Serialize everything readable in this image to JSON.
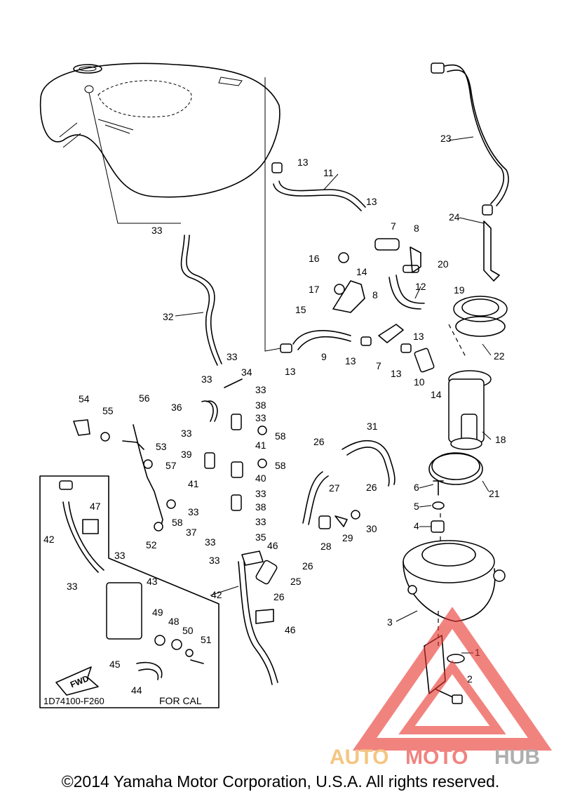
{
  "diagram": {
    "code": "1D74100-F260",
    "variant_label": "FOR CAL",
    "fwd_label": "FWD",
    "callouts": [
      "1",
      "2",
      "3",
      "4",
      "5",
      "6",
      "7",
      "8",
      "9",
      "10",
      "11",
      "12",
      "13",
      "14",
      "15",
      "16",
      "17",
      "18",
      "19",
      "20",
      "21",
      "22",
      "23",
      "24",
      "25",
      "26",
      "27",
      "28",
      "29",
      "30",
      "31",
      "32",
      "33",
      "34",
      "35",
      "36",
      "37",
      "38",
      "39",
      "40",
      "41",
      "42",
      "43",
      "44",
      "45",
      "46",
      "47",
      "48",
      "49",
      "50",
      "51",
      "52",
      "53",
      "54",
      "55",
      "56",
      "57",
      "58"
    ]
  },
  "watermark": {
    "text_auto": "AUTO",
    "text_moto": "MOTO",
    "text_hub": "HUB",
    "color_primary": "#e8322b",
    "color_secondary": "#f0a030",
    "color_tertiary": "#7a7a7a"
  },
  "footer": {
    "copyright": "©2014 Yamaha Motor Corporation, U.S.A. All rights reserved."
  }
}
